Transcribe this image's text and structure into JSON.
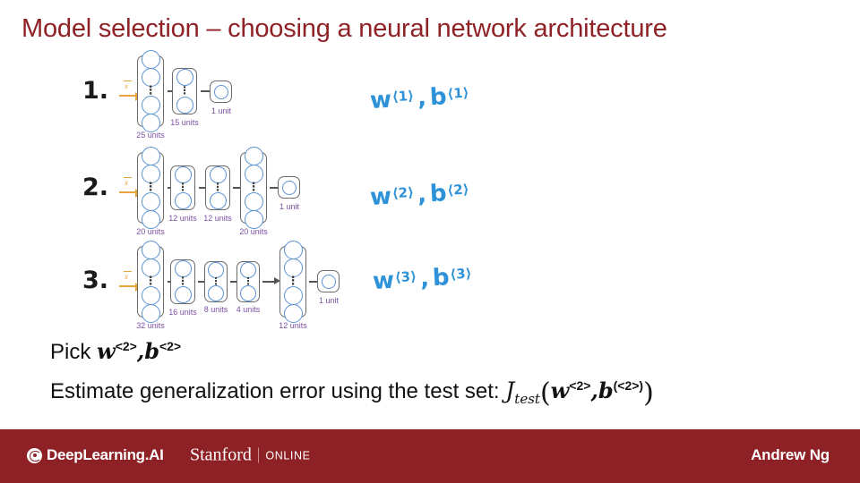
{
  "slide": {
    "title": "Model selection – choosing a neural network architecture",
    "title_color": "#8e2226",
    "background": "#ffffff"
  },
  "models": [
    {
      "number": "1.",
      "input_label": "x",
      "annotation": {
        "w_base": "w",
        "w_sup": "⟨1⟩",
        "comma": ",",
        "b_base": "b",
        "b_sup": "⟨1⟩"
      },
      "layers": [
        {
          "units_label": "25 units",
          "kind": "tall"
        },
        {
          "units_label": "15 units",
          "kind": "short"
        },
        {
          "units_label": "1 unit",
          "kind": "single"
        }
      ]
    },
    {
      "number": "2.",
      "input_label": "x",
      "annotation": {
        "w_base": "w",
        "w_sup": "⟨2⟩",
        "comma": ",",
        "b_base": "b",
        "b_sup": "⟨2⟩"
      },
      "layers": [
        {
          "units_label": "20 units",
          "kind": "tall"
        },
        {
          "units_label": "12 units",
          "kind": "short"
        },
        {
          "units_label": "12 units",
          "kind": "short"
        },
        {
          "units_label": "20 units",
          "kind": "tall"
        },
        {
          "units_label": "1 unit",
          "kind": "single"
        }
      ]
    },
    {
      "number": "3.",
      "input_label": "x",
      "annotation": {
        "w_base": "w",
        "w_sup": "⟨3⟩",
        "comma": ",",
        "b_base": "b",
        "b_sup": "⟨3⟩"
      },
      "layers": [
        {
          "units_label": "32 units",
          "kind": "tall"
        },
        {
          "units_label": "16 units",
          "kind": "short"
        },
        {
          "units_label": "8 units",
          "kind": "short"
        },
        {
          "units_label": "4 units",
          "kind": "short"
        },
        {
          "units_label": "12 units",
          "kind": "tall"
        },
        {
          "units_label": "1 unit",
          "kind": "single"
        }
      ]
    }
  ],
  "statements": {
    "pick_prefix": "Pick ",
    "pick_w": "w",
    "pick_w_sup": "<2>",
    "pick_comma": ",",
    "pick_b": "b",
    "pick_b_sup": "<2>",
    "estimate_prefix": "Estimate generalization error using the test set: ",
    "j_symbol": "J",
    "j_subscript": "test",
    "open_paren": "(",
    "est_w": "w",
    "est_w_sup": "<2>",
    "est_comma": ",",
    "est_b": "b",
    "est_b_sup": "(<2>)",
    "close_paren": ")"
  },
  "footer": {
    "bar_color": "#8e2126",
    "deeplearning": "DeepLearning.AI",
    "stanford": "Stanford",
    "online": "ONLINE",
    "author": "Andrew Ng"
  }
}
